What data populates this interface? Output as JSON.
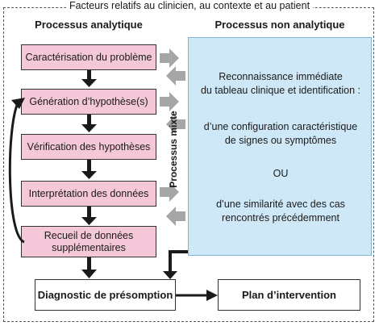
{
  "frame_title": "Facteurs relatifs au clinicien, au contexte et au patient",
  "analytic": {
    "title": "Processus analytique",
    "steps": [
      "Caractérisation du problème",
      "Génération d’hypothèse(s)",
      "Vérification des hypothèses",
      "Interprétation des données",
      "Recueil de données supplémentaires"
    ]
  },
  "non_analytic": {
    "title": "Processus non analytique",
    "line1": "Reconnaissance immédiate",
    "line2": "du tableau clinique et identification :",
    "line3": "d’une configuration caractéristique",
    "line4": "de signes ou symptômes",
    "or": "OU",
    "line5": "d’une similarité avec des cas",
    "line6": "rencontrés précédemment"
  },
  "mixte_label": "Processus mixte",
  "diagnosis": "Diagnostic de présomption",
  "plan": "Plan d’intervention",
  "colors": {
    "analytic_box": "#f5c8d9",
    "non_analytic_box": "#cfe8f7",
    "arrow_gray": "#a6a6a6",
    "arrow_dark": "#1a1a1a"
  }
}
